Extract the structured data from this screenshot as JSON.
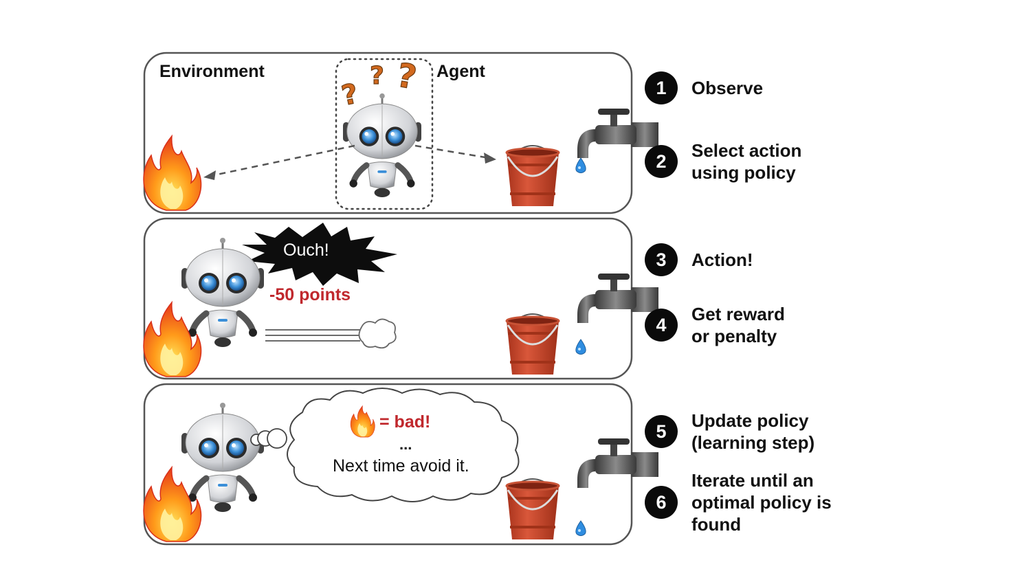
{
  "panel1": {
    "environment_label": "Environment",
    "agent_label": "Agent"
  },
  "panel2": {
    "ouch_text": "Ouch!",
    "penalty_text": "-50 points"
  },
  "panel3": {
    "bad_text": "= bad!",
    "ellipsis_text": "...",
    "avoid_text": "Next time avoid it."
  },
  "steps": [
    {
      "num": "1",
      "text": "Observe"
    },
    {
      "num": "2",
      "text": "Select action\nusing policy"
    },
    {
      "num": "3",
      "text": "Action!"
    },
    {
      "num": "4",
      "text": "Get reward\nor penalty"
    },
    {
      "num": "5",
      "text": "Update policy\n(learning step)"
    },
    {
      "num": "6",
      "text": "Iterate until an\noptimal policy is\nfound"
    }
  ],
  "colors": {
    "penalty_red": "#c0282d",
    "bucket_red": "#c8452a",
    "robot_eye_blue": "#3b8fd8",
    "panel_border": "#555555",
    "step_badge": "#0a0a0a"
  },
  "icons": [
    "fire-icon",
    "robot-icon",
    "bucket-icon",
    "faucet-icon",
    "water-drop-icon",
    "question-mark-icon",
    "explosion-icon",
    "thought-cloud-icon",
    "dust-cloud-icon"
  ]
}
